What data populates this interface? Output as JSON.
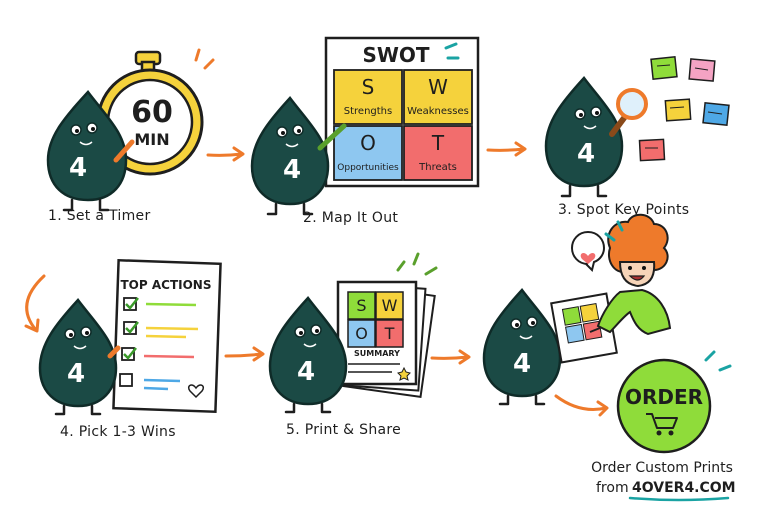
{
  "mascot": {
    "number": "4"
  },
  "steps": [
    {
      "id": "timer",
      "caption": "1. Set a Timer",
      "timer_value": "60",
      "timer_unit": "MIN"
    },
    {
      "id": "swot",
      "caption": "2. Map It Out",
      "board_title": "SWOT",
      "quadrants": [
        {
          "letter": "S",
          "label": "Strengths",
          "color": "#f5d23c"
        },
        {
          "letter": "W",
          "label": "Weaknesses",
          "color": "#f5d23c"
        },
        {
          "letter": "O",
          "label": "Opportunities",
          "color": "#8ec7f0"
        },
        {
          "letter": "T",
          "label": "Threats",
          "color": "#f26d6d"
        }
      ]
    },
    {
      "id": "spot",
      "caption": "3. Spot Key Points"
    },
    {
      "id": "pick",
      "caption": "4. Pick 1-3 Wins",
      "list_title": "TOP ACTIONS"
    },
    {
      "id": "print",
      "caption": "5. Print & Share",
      "mini_letters": [
        "S",
        "W",
        "O",
        "T"
      ],
      "summary_label": "SUMMARY"
    }
  ],
  "order": {
    "button_label": "ORDER",
    "text_line1": "Order Custom Prints",
    "text_prefix": "from",
    "brand": "4OVER4.COM"
  },
  "palette": {
    "mascot": "#1b4a45",
    "arrow": "#ee7a2b",
    "green": "#8fdc3a",
    "yellow": "#f5d23c",
    "blue": "#8ec7f0",
    "red": "#f26d6d",
    "teal": "#1aa3a3"
  }
}
